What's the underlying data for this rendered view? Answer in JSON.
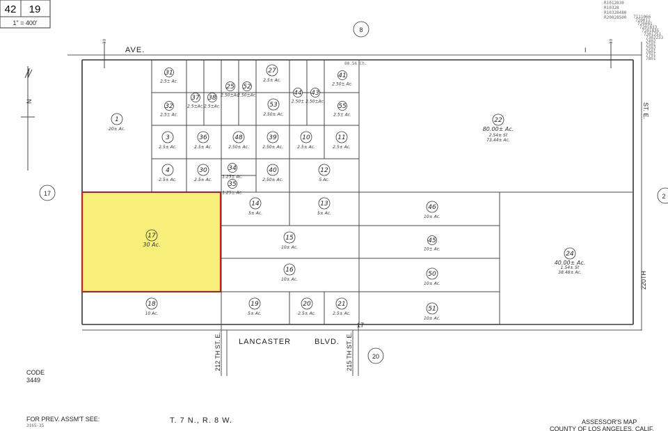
{
  "header": {
    "book_page_left": "42",
    "book_page_right": "19",
    "scale": "1\" = 400'"
  },
  "top_right_numbers": [
    "R1012830",
    "R10328",
    "R10328480",
    "R20028500",
    "7111066",
    "720011",
    "720001",
    "7201833",
    "7201835",
    "7301251",
    "7302233",
    "7402",
    "7501",
    "7502",
    "7601",
    "7701",
    "7801"
  ],
  "roads": {
    "ave": "AVE.",
    "ave_marker": "I",
    "offset_left": "30",
    "offset_right": "30",
    "lancaster": "LANCASTER",
    "blvd": "BLVD.",
    "st_212": "212 TH ST. E.",
    "st_215": "215 TH ST. E.",
    "st_e_right": "ST. E.",
    "st_220": "220TH",
    "chain_note": "80.56 Ch.",
    "num_17_road": "17"
  },
  "adjacent_pages": {
    "top": "8",
    "left": "17",
    "right": "2",
    "bottom": "20"
  },
  "north_label": "N",
  "parcels": [
    {
      "num": "1",
      "area": "20± Ac."
    },
    {
      "num": "31",
      "area": "2.5± Ac."
    },
    {
      "num": "32",
      "area": "2.5± Ac."
    },
    {
      "num": "37",
      "area": "2.5±Ac."
    },
    {
      "num": "38",
      "area": "2.5±Ac."
    },
    {
      "num": "25",
      "area": "2.50±Ac."
    },
    {
      "num": "52",
      "area": "2.50±Ac."
    },
    {
      "num": "27",
      "area": "2.5± Ac."
    },
    {
      "num": "53",
      "area": "2.50± Ac."
    },
    {
      "num": "44",
      "area": "2.50±"
    },
    {
      "num": "43",
      "area": "2.50±Ac."
    },
    {
      "num": "41",
      "area": "2.50± Ac."
    },
    {
      "num": "55",
      "area": "2.5± Ac."
    },
    {
      "num": "3",
      "area": "2.5± Ac."
    },
    {
      "num": "36",
      "area": "2.5± Ac."
    },
    {
      "num": "48",
      "area": "2.50± Ac."
    },
    {
      "num": "39",
      "area": "2.50± Ac."
    },
    {
      "num": "10",
      "area": "2.5± Ac."
    },
    {
      "num": "11",
      "area": "2.5± Ac."
    },
    {
      "num": "4",
      "area": "2.5± Ac."
    },
    {
      "num": "30",
      "area": "2.5± Ac."
    },
    {
      "num": "34",
      "area": "1.25± Ac."
    },
    {
      "num": "35",
      "area": "1.25± Ac."
    },
    {
      "num": "40",
      "area": "2.50± Ac."
    },
    {
      "num": "12",
      "area": "5 Ac."
    },
    {
      "num": "22",
      "area": "80.00± Ac."
    },
    {
      "num": "14",
      "area": "5± Ac."
    },
    {
      "num": "13",
      "area": "5± Ac."
    },
    {
      "num": "46",
      "area": "10± Ac."
    },
    {
      "num": "17",
      "area": "30 Ac."
    },
    {
      "num": "15",
      "area": "10± Ac."
    },
    {
      "num": "45",
      "area": "10± Ac."
    },
    {
      "num": "24",
      "area": "40.00± Ac."
    },
    {
      "num": "16",
      "area": "10± Ac."
    },
    {
      "num": "50",
      "area": "10± Ac."
    },
    {
      "num": "18",
      "area": "10 Ac."
    },
    {
      "num": "19",
      "area": "5± Ac."
    },
    {
      "num": "20",
      "area": "2.5± Ac."
    },
    {
      "num": "21",
      "area": "2.5± Ac."
    },
    {
      "num": "51",
      "area": "10± Ac."
    }
  ],
  "parcel_22_sub": "2.54± St",
  "parcel_22_net": "73.44± Ac.",
  "parcel_24_sub": "1.54± St",
  "parcel_24_net": "38.48± Ac.",
  "highlight": {
    "parcel": "17",
    "fill": "#f7ef7a",
    "stroke": "#cc1f1f"
  },
  "footer": {
    "code_label": "CODE",
    "code_value": "3449",
    "prev_label": "FOR PREV. ASSM'T SEE:",
    "prev_value": "3165-35",
    "township": "T. 7 N., R. 8 W.",
    "assessor": "ASSESSOR'S MAP",
    "county": "COUNTY OF LOS ANGELES, CALIF."
  }
}
